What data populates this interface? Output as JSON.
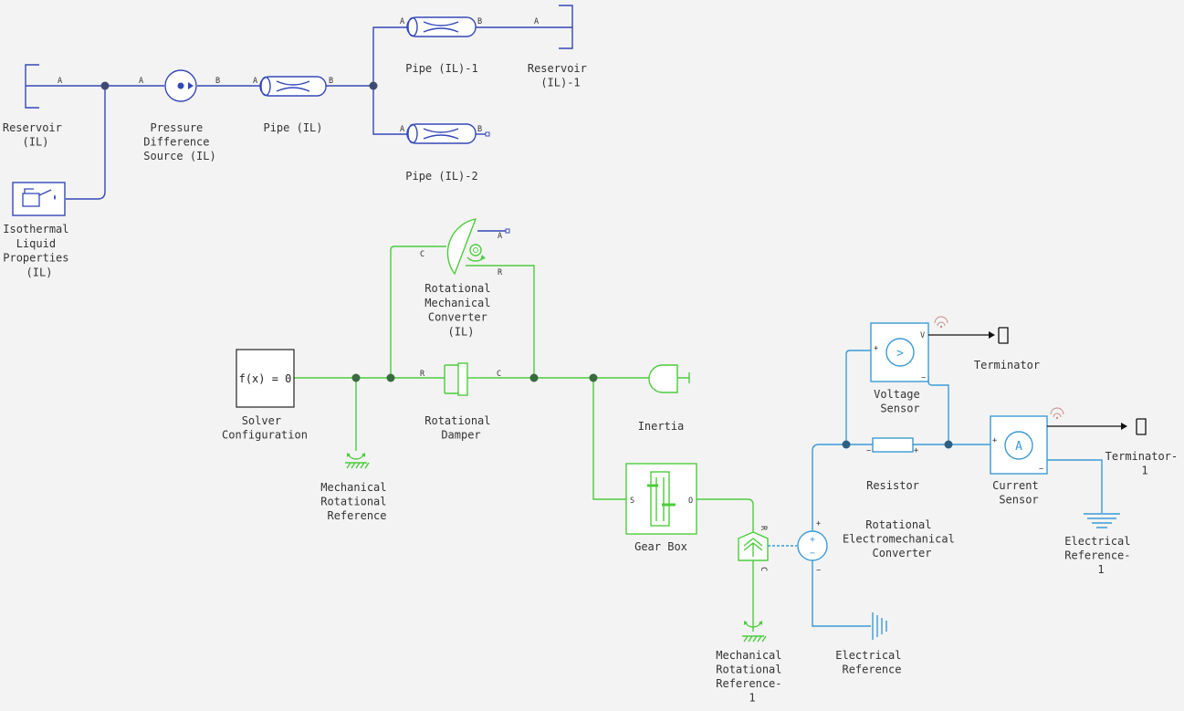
{
  "colors": {
    "background": "#f3f3f3",
    "hydraulic": "#3448b8",
    "mechanical": "#4ccc3c",
    "electrical": "#3a9bd6",
    "signal": "#111111",
    "text": "#333333"
  },
  "blocks": {
    "reservoir": {
      "lines": [
        "Reservoir",
        "(IL)"
      ]
    },
    "pressure_source": {
      "lines": [
        "Pressure",
        "Difference",
        "Source (IL)"
      ]
    },
    "pipe": {
      "lines": [
        "Pipe (IL)"
      ]
    },
    "pipe1": {
      "lines": [
        "Pipe (IL)-1"
      ]
    },
    "reservoir1": {
      "lines": [
        "Reservoir",
        "(IL)-1"
      ]
    },
    "pipe2": {
      "lines": [
        "Pipe (IL)-2"
      ]
    },
    "isothermal": {
      "lines": [
        "Isothermal",
        "Liquid",
        "Properties",
        "(IL)"
      ]
    },
    "rot_mech_converter": {
      "lines": [
        "Rotational",
        "Mechanical",
        "Converter",
        "(IL)"
      ]
    },
    "solver": {
      "lines": [
        "Solver",
        "Configuration"
      ],
      "content": "f(x) = 0"
    },
    "rot_damper": {
      "lines": [
        "Rotational",
        "Damper"
      ]
    },
    "inertia": {
      "lines": [
        "Inertia"
      ]
    },
    "mech_ref": {
      "lines": [
        "Mechanical",
        "Rotational",
        "Reference"
      ]
    },
    "gear_box": {
      "lines": [
        "Gear Box"
      ]
    },
    "mech_ref1": {
      "lines": [
        "Mechanical",
        "Rotational",
        "Reference-",
        "1"
      ]
    },
    "rot_em_converter": {
      "lines": [
        "Rotational",
        "Electromechanical",
        "Converter"
      ]
    },
    "elec_ref": {
      "lines": [
        "Electrical",
        "Reference"
      ]
    },
    "voltage_sensor": {
      "lines": [
        "Voltage",
        "Sensor"
      ],
      "symbol": ">"
    },
    "terminator": {
      "lines": [
        "Terminator"
      ]
    },
    "resistor": {
      "lines": [
        "Resistor"
      ]
    },
    "current_sensor": {
      "lines": [
        "Current",
        "Sensor"
      ],
      "symbol": "A"
    },
    "terminator1": {
      "lines": [
        "Terminator-",
        "1"
      ]
    },
    "elec_ref1": {
      "lines": [
        "Electrical",
        "Reference-",
        "1"
      ]
    }
  },
  "ports": {
    "A": "A",
    "B": "B",
    "C": "C",
    "R": "R",
    "S": "S",
    "O": "O",
    "V": "V",
    "plus": "+",
    "minus": "−"
  }
}
